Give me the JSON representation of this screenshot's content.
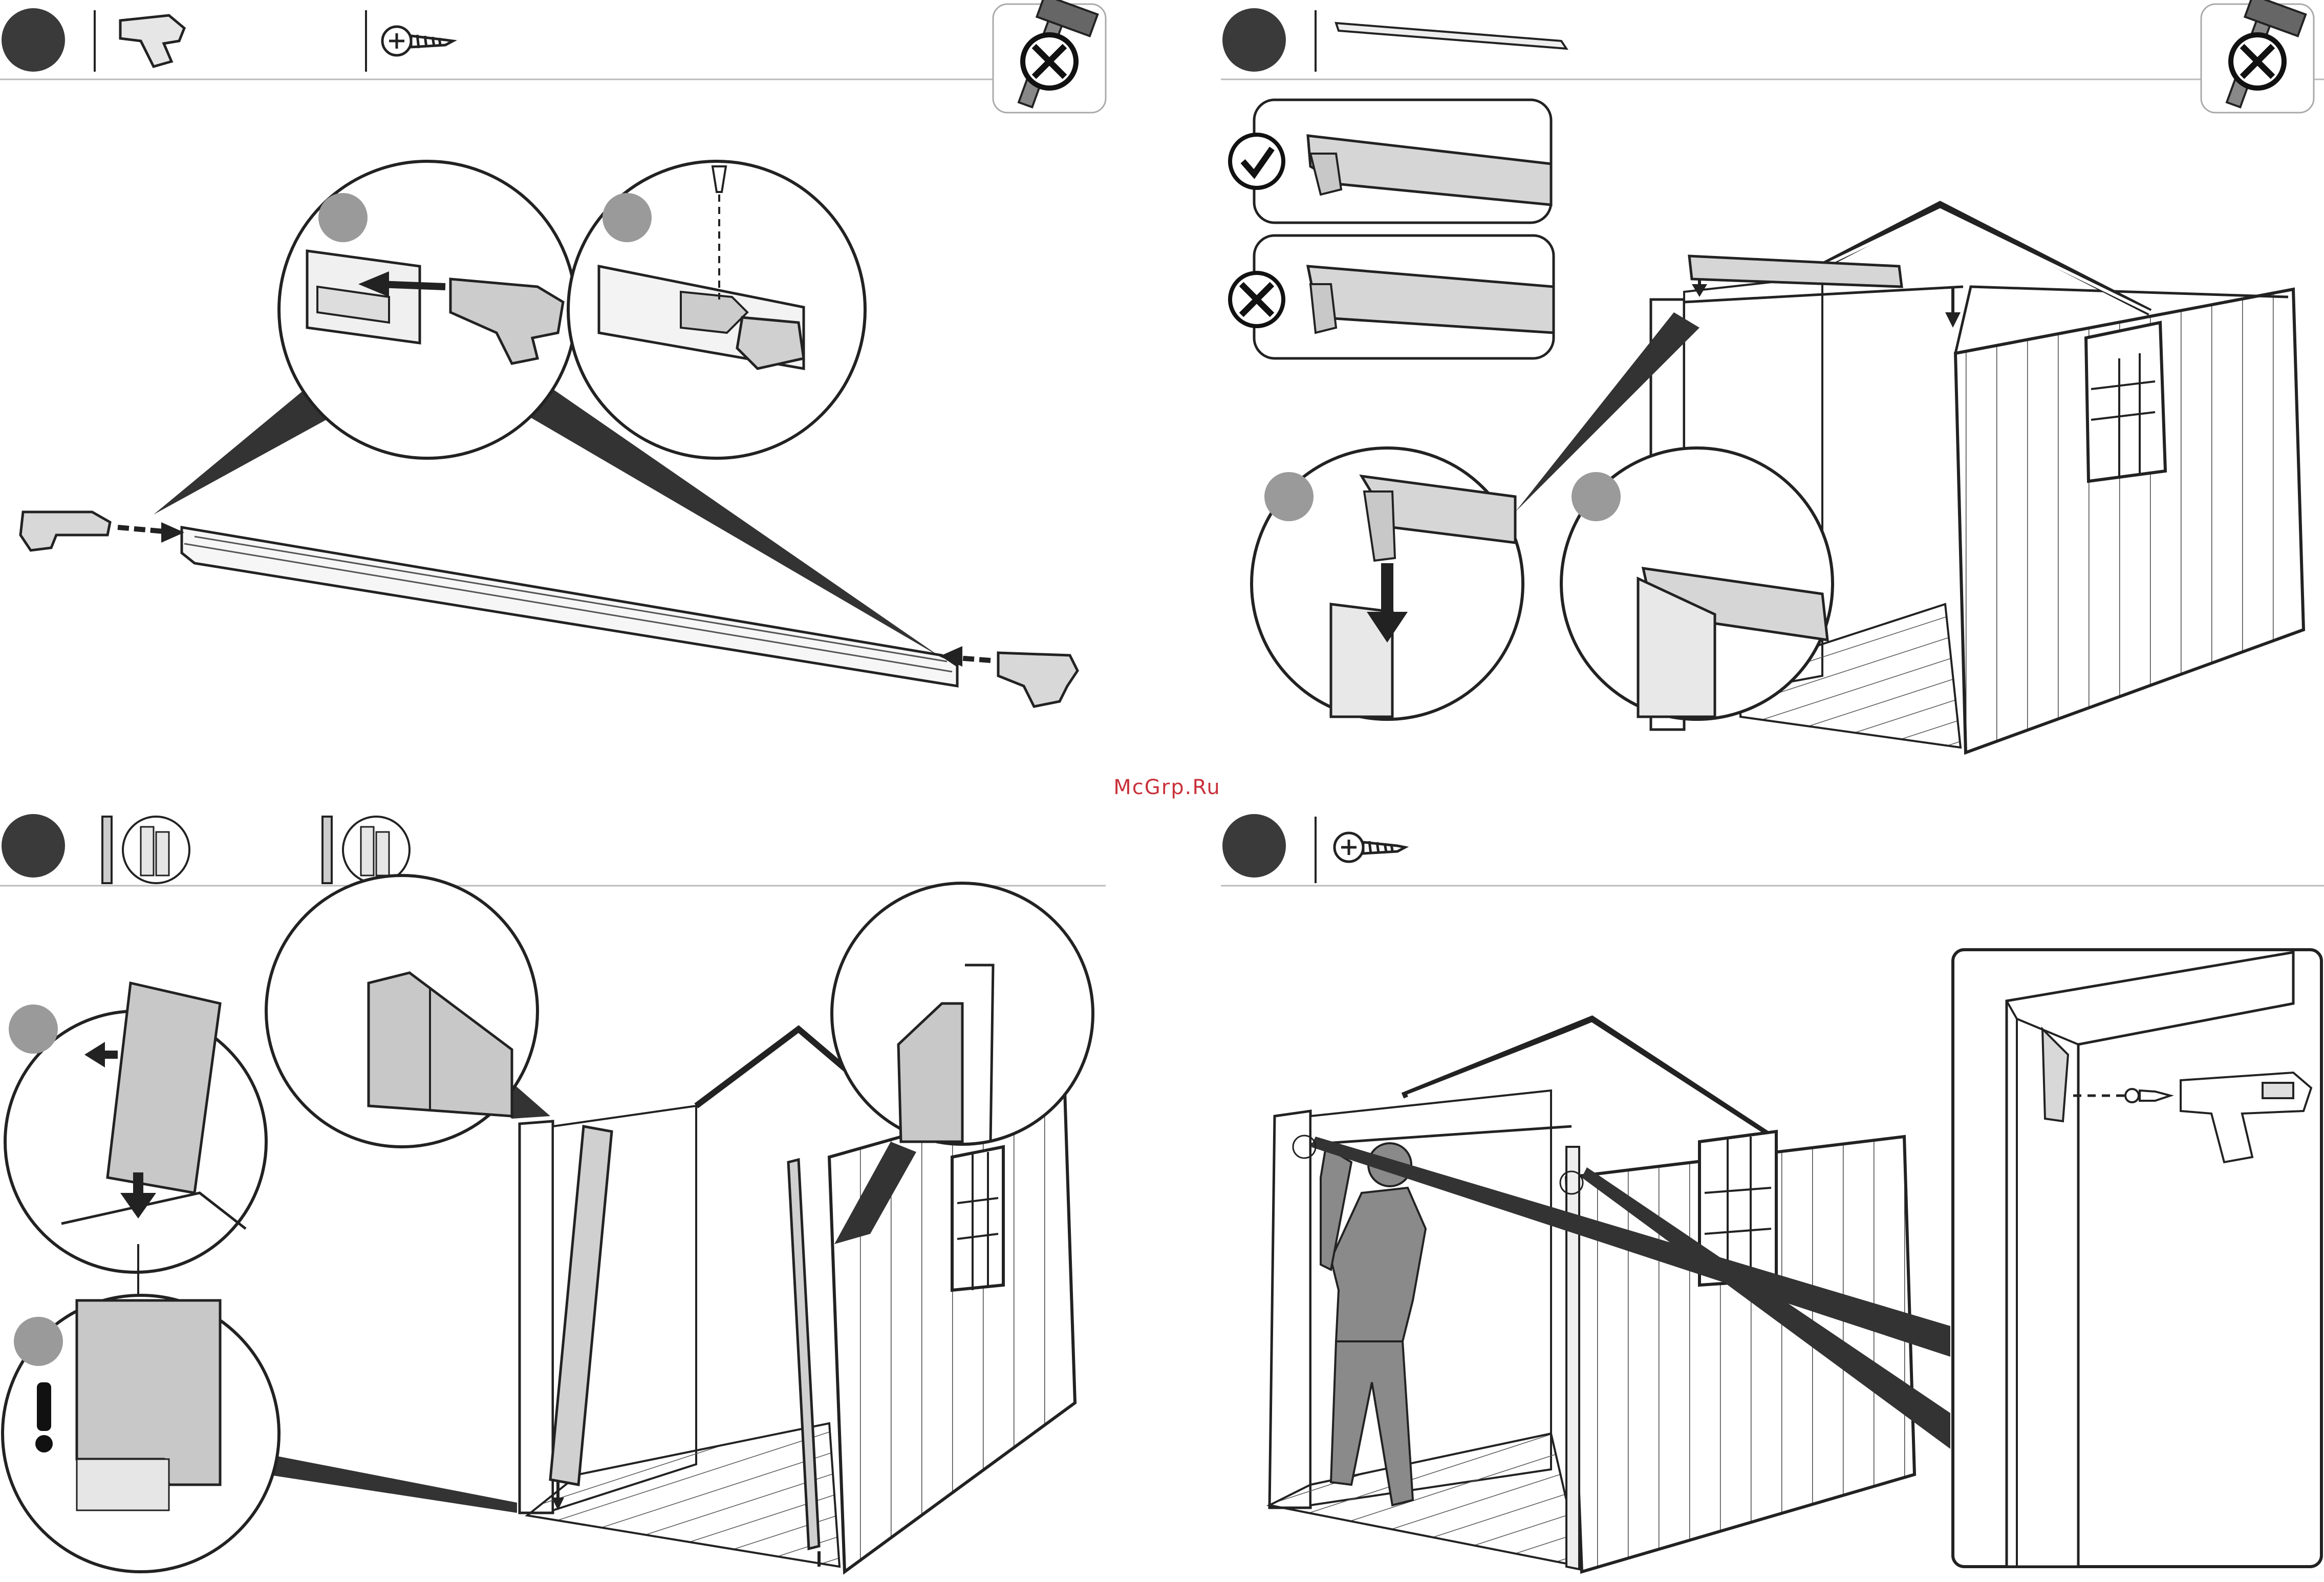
{
  "document": {
    "type": "assembly-instructions",
    "watermark": "McGrp.Ru",
    "steps": [
      {
        "panel": "top-left",
        "parts": [
          "corner-bracket",
          "screw"
        ],
        "tool": "no-hammer",
        "insets": 2
      },
      {
        "panel": "top-right",
        "parts": [
          "roof-beam"
        ],
        "tool": "no-hammer",
        "orientation_check": [
          "correct",
          "wrong"
        ],
        "insets": 2
      },
      {
        "panel": "bottom-left",
        "parts": [
          "door-post-left",
          "door-post-right"
        ],
        "insets": 4,
        "warning": "!"
      },
      {
        "panel": "bottom-right",
        "parts": [
          "screw"
        ],
        "tool": "drill",
        "insets": 1
      }
    ],
    "colors": {
      "line": "#222222",
      "badge": "#3a3a3a",
      "fill": "#d6d6d6",
      "person": "#8a8a8a",
      "watermark": "#c8303a"
    }
  }
}
